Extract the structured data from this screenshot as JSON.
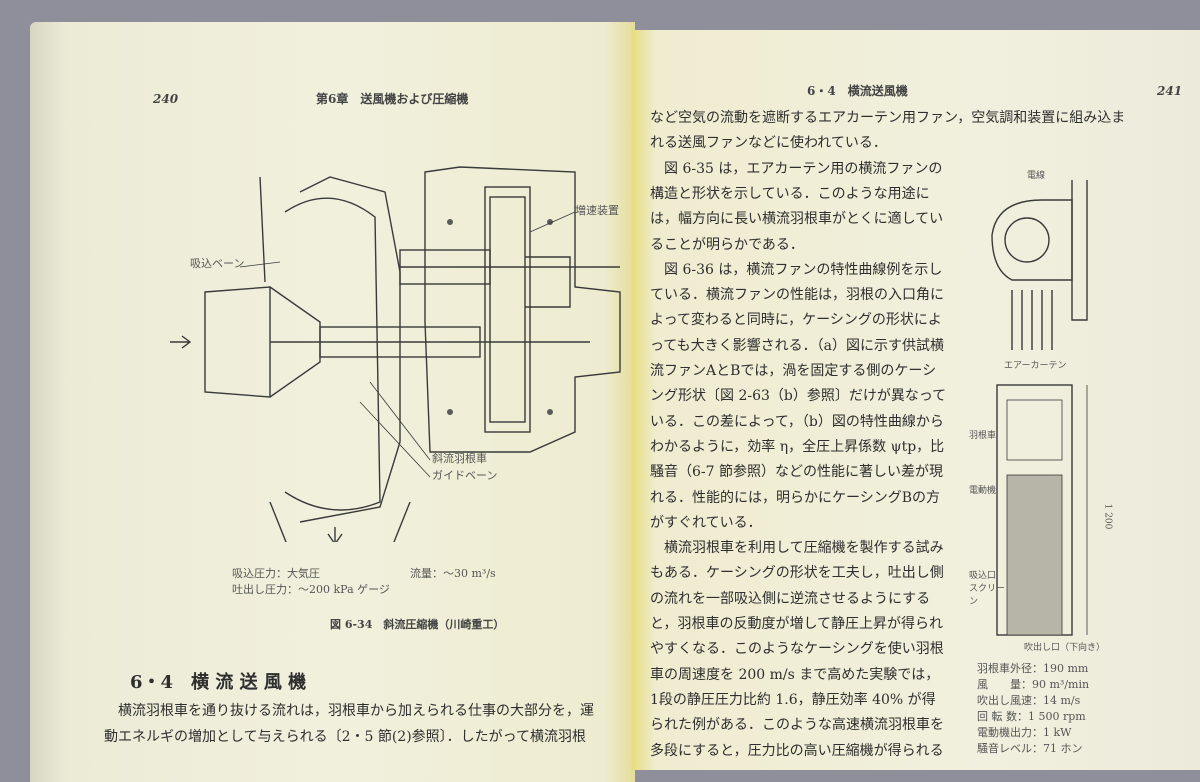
{
  "left_page": {
    "page_number": "240",
    "running_header": "第6章　送風機および圧縮機",
    "figure": {
      "labels": {
        "speed_gear": "増速装置",
        "inlet_vane": "吸込ベーン",
        "impeller": "斜流羽根車",
        "guide_vane": "ガイドベーン"
      },
      "specs": [
        "吸込圧力：大気圧",
        "吐出し圧力：〜200 kPa ゲージ",
        "流量：〜30 m³/s"
      ],
      "caption": "図 6-34　斜流圧縮機（川崎重工）"
    },
    "section_heading": "6・4　横 流 送 風 機",
    "body_lines": [
      "横流羽根車を通り抜ける流れは，羽根車から加えられる仕事の大部分を，運",
      "動エネルギの増加として与えられる〔2・5 節(2)参照〕．したがって横流羽根"
    ]
  },
  "right_page": {
    "page_number": "241",
    "running_header": "6・4　横流送風機",
    "body_lines": [
      "など空気の流動を遮断するエアカーテン用ファン，空気調和装置に組み込ま",
      "れる送風ファンなどに使われている．",
      "図 6-35 は，エアカーテン用の横流ファンの",
      "構造と形状を示している．このような用途に",
      "は，幅方向に長い横流羽根車がとくに適してい",
      "ることが明らかである．",
      "図 6-36 は，横流ファンの特性曲線例を示し",
      "ている．横流ファンの性能は，羽根の入口角に",
      "よって変わると同時に，ケーシングの形状によ",
      "っても大きく影響される．（a）図に示す供試横",
      "流ファンAとBでは，渦を固定する側のケーシ",
      "ング形状〔図 2-63（b）参照〕だけが異なって",
      "いる．この差によって，（b）図の特性曲線から",
      "わかるように，効率 η，全圧上昇係数 ψtp，比",
      "騒音（6-7 節参照）などの性能に著しい差が現",
      "れる．性能的には，明らかにケーシングBの方",
      "がすぐれている．",
      "横流羽根車を利用して圧縮機を製作する試み",
      "もある．ケーシングの形状を工夫し，吐出し側",
      "の流れを一部吸込側に逆流させるようにする",
      "と，羽根車の反動度が増して静圧上昇が得られ",
      "やすくなる．このようなケーシングを使い羽根",
      "車の周速度を 200 m/s まで高めた実験では，",
      "1段の静圧圧力比約 1.6，静圧効率 40% が得",
      "られた例がある．このような高速横流羽根車を",
      "多段にすると，圧力比の高い圧縮機が得られる"
    ],
    "figure": {
      "labels": {
        "wire": "電線",
        "air_curtain": "エアーカーテン",
        "impeller": "羽根車",
        "motor": "電動機",
        "inlet": "吸込口 スクリーン",
        "outlet": "吹出し口（下向き）",
        "height_dim": "1 200"
      },
      "specs": [
        "羽根車外径：190 mm",
        "風　　量：90 m³/min",
        "吹出し風速：14 m/s",
        "回 転 数：1 500 rpm",
        "電動機出力：1 kW",
        "騒音レベル：71 ホン"
      ]
    }
  }
}
